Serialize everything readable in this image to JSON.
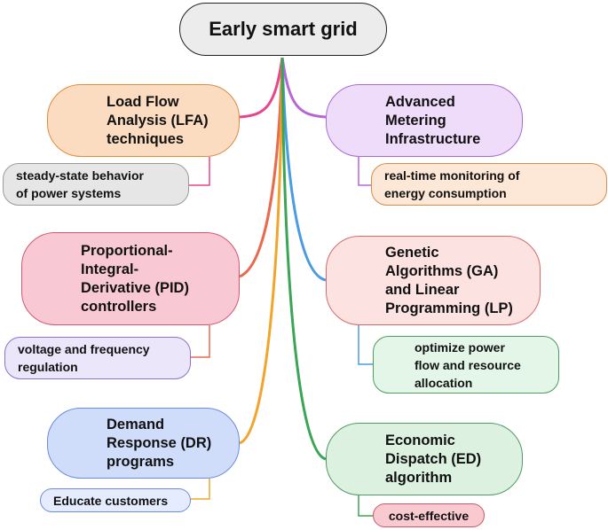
{
  "root": {
    "label": "Early smart grid"
  },
  "topics": [
    {
      "id": "lfa",
      "label": "Load Flow Analysis (LFA) techniques",
      "lines": [
        "Load Flow",
        "Analysis (LFA)",
        "techniques"
      ],
      "detail": "steady-state behavior of power systems",
      "detail_lines": [
        "steady-state behavior",
        "of power systems"
      ],
      "edge_color": "#e8458a",
      "leaf_link_color": "#e8458a"
    },
    {
      "id": "ami",
      "label": "Advanced Metering Infrastructure",
      "lines": [
        "Advanced",
        "Metering",
        "Infrastructure"
      ],
      "detail": "real-time monitoring of energy consumption",
      "detail_lines": [
        "real-time monitoring of",
        "energy consumption"
      ],
      "edge_color": "#b667d6",
      "leaf_link_color": "#b667d6"
    },
    {
      "id": "pid",
      "label": "Proportional-Integral-Derivative (PID) controllers",
      "lines": [
        "Proportional-",
        "Integral-",
        "Derivative (PID)",
        "controllers"
      ],
      "detail": "voltage and frequency regulation",
      "detail_lines": [
        "voltage and frequency",
        "regulation"
      ],
      "edge_color": "#e86a4f",
      "leaf_link_color": "#e86a4f"
    },
    {
      "id": "ga",
      "label": "Genetic Algorithms (GA) and Linear Programming (LP)",
      "lines": [
        "Genetic",
        "Algorithms (GA)",
        "and Linear",
        "Programming (LP)"
      ],
      "detail": "optimize power flow and resource allocation",
      "detail_lines": [
        "optimize power",
        "flow and resource",
        "allocation"
      ],
      "edge_color": "#4a9be0",
      "leaf_link_color": "#4a9be0"
    },
    {
      "id": "dr",
      "label": "Demand Response (DR) programs",
      "lines": [
        "Demand",
        "Response (DR)",
        "programs"
      ],
      "detail": "Educate customers",
      "detail_lines": [
        "Educate customers"
      ],
      "edge_color": "#f2a52a",
      "leaf_link_color": "#f2a52a"
    },
    {
      "id": "ed",
      "label": "Economic Dispatch (ED) algorithm",
      "lines": [
        "Economic",
        "Dispatch (ED)",
        "algorithm"
      ],
      "detail": "cost-effective",
      "detail_lines": [
        "cost-effective"
      ],
      "edge_color": "#3aa556",
      "leaf_link_color": "#3aa556"
    }
  ]
}
